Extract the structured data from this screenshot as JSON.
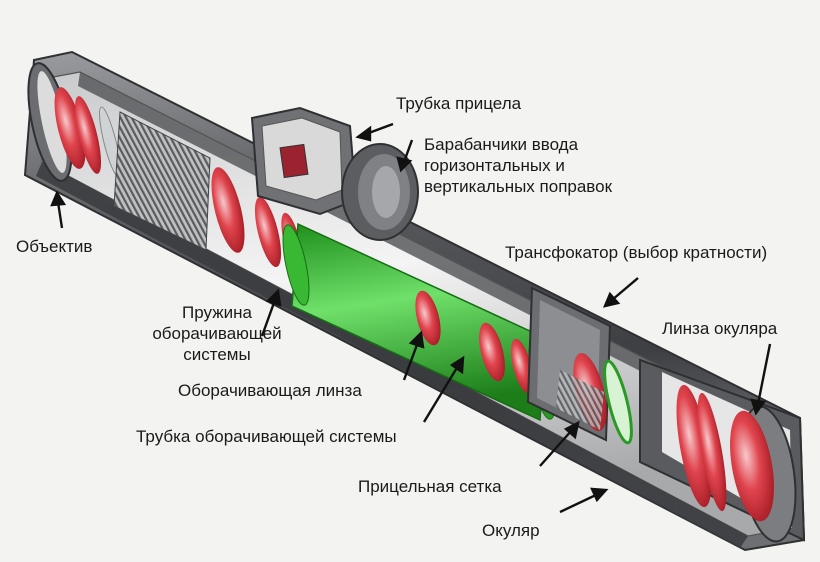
{
  "labels": {
    "scope_tube": "Трубка прицела",
    "turrets": [
      "Барабанчики ввода",
      "горизонтальных и",
      "вертикальных поправок"
    ],
    "objective": "Объектив",
    "zoom": "Трансфокатор (выбор кратности)",
    "erector_spring": [
      "Пружина",
      "оборачивающей",
      "системы"
    ],
    "eyepiece_lens": "Линза окуляра",
    "erector_lens": "Оборачивающая линза",
    "erector_tube": "Трубка оборачивающей системы",
    "reticle": "Прицельная сетка",
    "eyepiece": "Окуляр"
  },
  "colors": {
    "background": "#f3f3f1",
    "housing_dark": "#4a4b4d",
    "housing_light": "#8c8e91",
    "erector_green": "#2fb32a",
    "lens_red": "#d62b35",
    "label_text": "#1a1a1a"
  }
}
